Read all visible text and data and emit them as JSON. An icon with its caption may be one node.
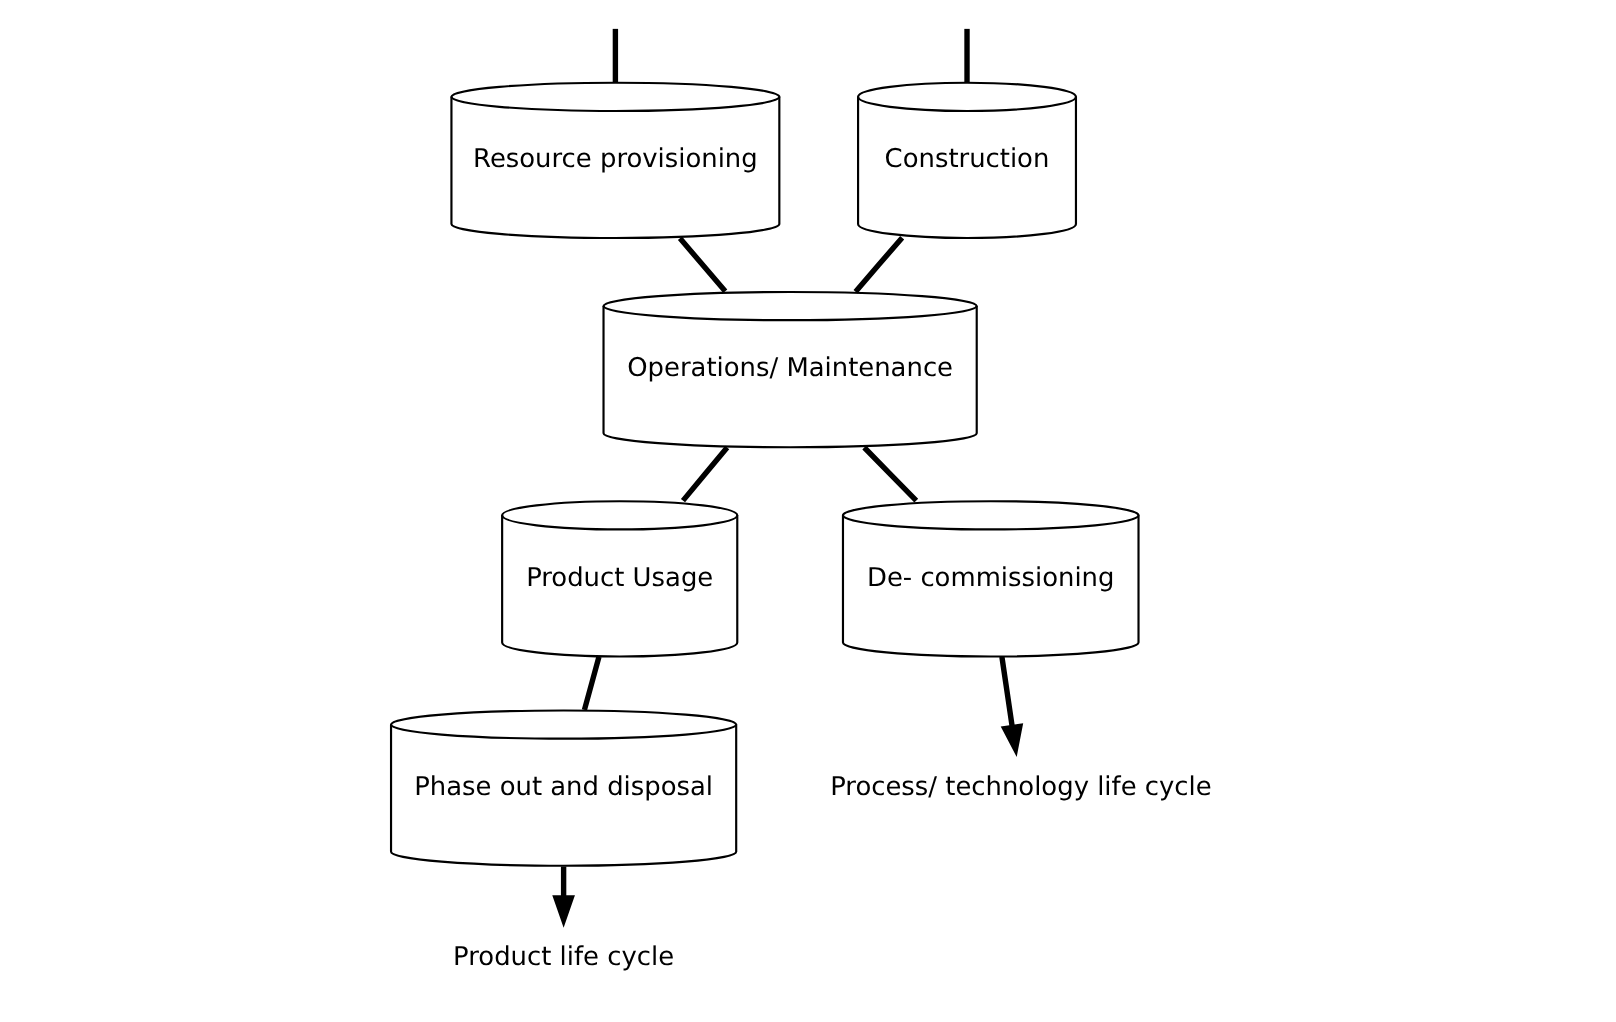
{
  "diagram": {
    "nodes": [
      {
        "text": [
          "Construction"
        ]
      },
      {
        "text": [
          "Resource provisioning"
        ]
      },
      {
        "text": [
          "Operations/ Maintenance"
        ]
      },
      {
        "text": [
          "Product Usage"
        ]
      },
      {
        "text": [
          "De- commissioning"
        ]
      },
      {
        "text": [
          "Phase out and disposal"
        ]
      },
      {
        "text": [
          "Process/ technology life cycle"
        ]
      },
      {
        "text": [
          "Product life cycle"
        ]
      }
    ],
    "edges": [
      {
        "from": null,
        "to": 0,
        "arrow": "none"
      },
      {
        "from": 0,
        "to": 2,
        "arrow": "none"
      },
      {
        "from": 2,
        "to": 4,
        "arrow": "none"
      },
      {
        "from": 4,
        "to": 6,
        "arrow": "to"
      },
      {
        "from": null,
        "to": 1,
        "arrow": "none"
      },
      {
        "from": 1,
        "to": 2,
        "arrow": "none"
      },
      {
        "from": 2,
        "to": 3,
        "arrow": "none"
      },
      {
        "from": 3,
        "to": 5,
        "arrow": "none"
      },
      {
        "from": 5,
        "to": 7,
        "arrow": "to"
      }
    ]
  }
}
